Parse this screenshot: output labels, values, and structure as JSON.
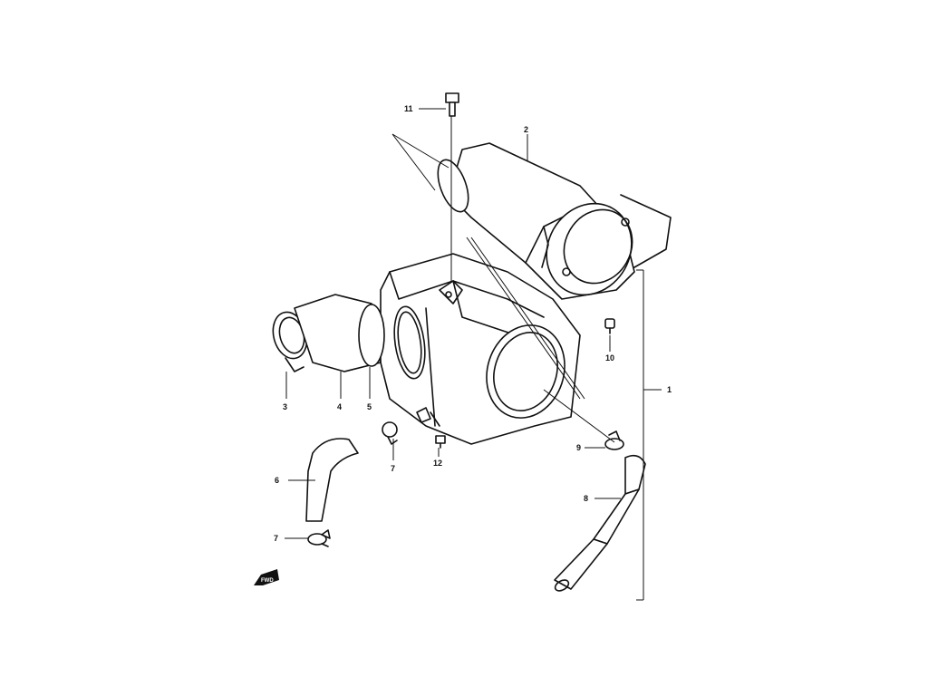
{
  "callouts": {
    "c1": "1",
    "c2": "2",
    "c3": "3",
    "c4": "4",
    "c5": "5",
    "c6": "6",
    "c7a": "7",
    "c7b": "7",
    "c8": "8",
    "c9": "9",
    "c10": "10",
    "c11": "11",
    "c12": "12"
  },
  "direction_marker": "FWD"
}
